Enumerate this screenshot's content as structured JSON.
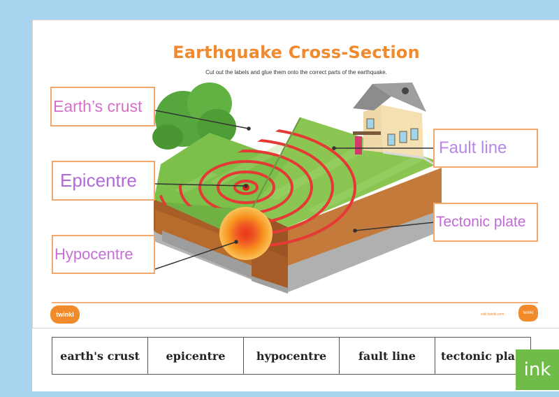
{
  "worksheet": {
    "title": "Earthquake Cross-Section",
    "subtitle": "Cut out the labels and glue them onto the correct parts of the earthquake."
  },
  "labels": [
    {
      "text": "Earth’s crust",
      "color": "#d66fc9"
    },
    {
      "text": "Epicentre",
      "color": "#b06ad9"
    },
    {
      "text": "Hypocentre",
      "color": "#c66fd6"
    },
    {
      "text": "Fault line",
      "color": "#b887e6"
    },
    {
      "text": "Tectonic plate",
      "color": "#c06ad6"
    }
  ],
  "footer": {
    "logo": "twinkl",
    "url": "visit twinkl.com"
  },
  "cut_out_words": [
    "earth's crust",
    "epicentre",
    "hypocentre",
    "fault line",
    "tectonic pla"
  ],
  "overlay_badge": "ink",
  "colors": {
    "accent_orange": "#ef8a2e",
    "grass": "#7cbf4a",
    "soil": "#b86c2c",
    "rock": "#a5a5a5",
    "wave_ring": "#e53935"
  }
}
